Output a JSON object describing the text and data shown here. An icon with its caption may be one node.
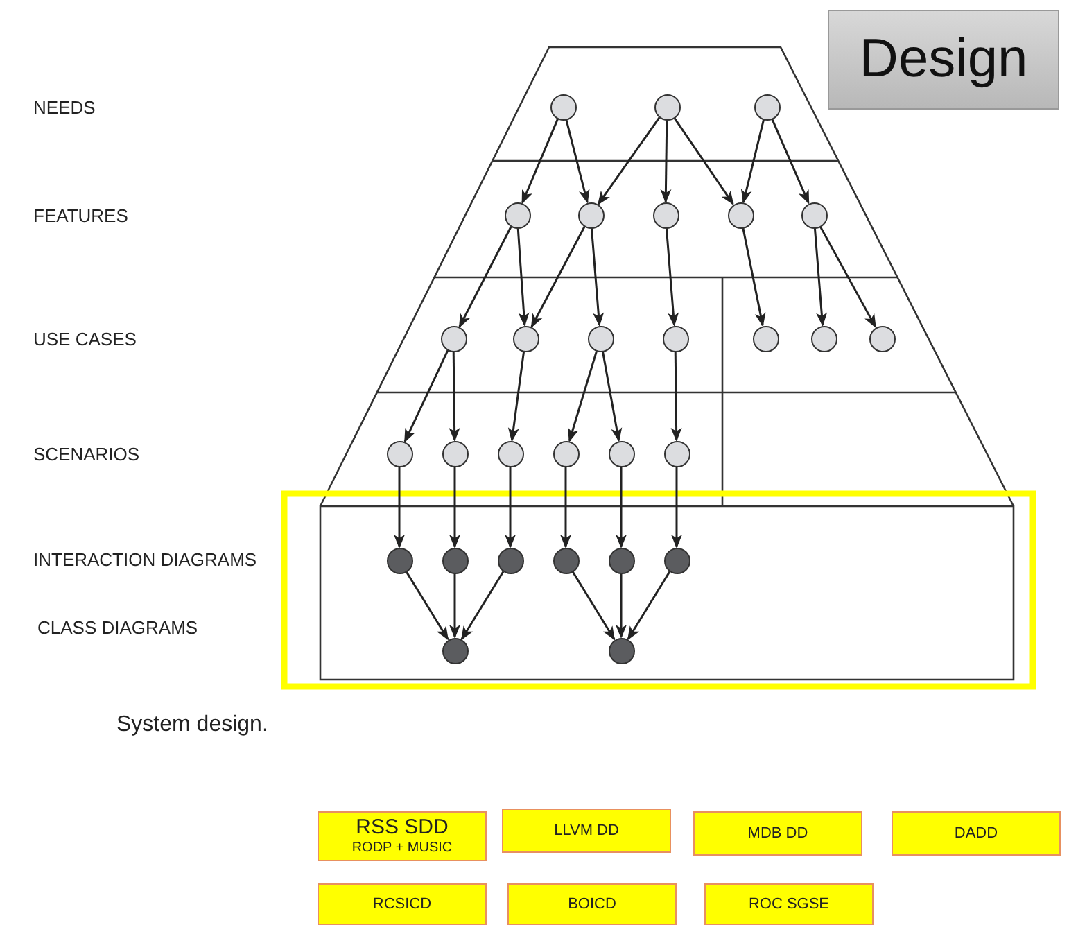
{
  "diagram": {
    "nodes": [
      {
        "text": [
          "Design"
        ]
      },
      {
        "text": [],
        "shape": "circle"
      },
      {
        "text": [],
        "shape": "circle"
      },
      {
        "text": [],
        "shape": "circle"
      },
      {
        "text": [],
        "shape": "circle"
      },
      {
        "text": [],
        "shape": "circle"
      },
      {
        "text": [],
        "shape": "circle"
      },
      {
        "text": [],
        "shape": "circle"
      },
      {
        "text": [],
        "shape": "circle"
      },
      {
        "text": [],
        "shape": "circle"
      },
      {
        "text": [],
        "shape": "circle"
      },
      {
        "text": [],
        "shape": "circle"
      },
      {
        "text": [],
        "shape": "circle"
      },
      {
        "text": [],
        "shape": "circle"
      },
      {
        "text": [],
        "shape": "circle"
      },
      {
        "text": [],
        "shape": "circle"
      },
      {
        "text": [],
        "shape": "circle"
      },
      {
        "text": [],
        "shape": "circle"
      },
      {
        "text": [],
        "shape": "circle"
      },
      {
        "text": [],
        "shape": "circle"
      },
      {
        "text": [],
        "shape": "circle"
      },
      {
        "text": [],
        "shape": "circle"
      },
      {
        "text": [],
        "shape": "circle"
      },
      {
        "text": [],
        "shape": "circle"
      },
      {
        "text": [],
        "shape": "circle"
      },
      {
        "text": [],
        "shape": "circle"
      },
      {
        "text": [],
        "shape": "circle"
      },
      {
        "text": [],
        "shape": "circle"
      },
      {
        "text": [],
        "shape": "circle"
      },
      {
        "text": [],
        "shape": "circle"
      },
      {
        "text": [
          "RSS SDD",
          "RODP + MUSIC"
        ]
      },
      {
        "text": [
          "LLVM DD"
        ]
      },
      {
        "text": [
          "MDB DD"
        ]
      },
      {
        "text": [
          "DADD"
        ]
      },
      {
        "text": [
          "RCSICD"
        ]
      },
      {
        "text": [
          "BOICD"
        ]
      },
      {
        "text": [
          "ROC SGSE"
        ]
      }
    ],
    "edges": [
      {
        "from": 1,
        "to": 4,
        "arrow": "to"
      },
      {
        "from": 1,
        "to": 5,
        "arrow": "to"
      },
      {
        "from": 2,
        "to": 5,
        "arrow": "to"
      },
      {
        "from": 2,
        "to": 6,
        "arrow": "to"
      },
      {
        "from": 2,
        "to": 7,
        "arrow": "to"
      },
      {
        "from": 3,
        "to": 7,
        "arrow": "to"
      },
      {
        "from": 3,
        "to": 8,
        "arrow": "to"
      },
      {
        "from": 4,
        "to": 9,
        "arrow": "to"
      },
      {
        "from": 4,
        "to": 10,
        "arrow": "to"
      },
      {
        "from": 5,
        "to": 10,
        "arrow": "to"
      },
      {
        "from": 5,
        "to": 11,
        "arrow": "to"
      },
      {
        "from": 6,
        "to": 12,
        "arrow": "to"
      },
      {
        "from": 7,
        "to": 13,
        "arrow": "to"
      },
      {
        "from": 8,
        "to": 14,
        "arrow": "to"
      },
      {
        "from": 8,
        "to": 15,
        "arrow": "to"
      },
      {
        "from": 9,
        "to": 16,
        "arrow": "to"
      },
      {
        "from": 9,
        "to": 17,
        "arrow": "to"
      },
      {
        "from": 10,
        "to": 18,
        "arrow": "to"
      },
      {
        "from": 11,
        "to": 19,
        "arrow": "to"
      },
      {
        "from": 11,
        "to": 20,
        "arrow": "to"
      },
      {
        "from": 12,
        "to": 21,
        "arrow": "to"
      },
      {
        "from": 16,
        "to": 22,
        "arrow": "to"
      },
      {
        "from": 17,
        "to": 23,
        "arrow": "to"
      },
      {
        "from": 18,
        "to": 24,
        "arrow": "to"
      },
      {
        "from": 19,
        "to": 25,
        "arrow": "to"
      },
      {
        "from": 20,
        "to": 26,
        "arrow": "to"
      },
      {
        "from": 21,
        "to": 27,
        "arrow": "to"
      },
      {
        "from": 22,
        "to": 28,
        "arrow": "to"
      },
      {
        "from": 23,
        "to": 28,
        "arrow": "to"
      },
      {
        "from": 24,
        "to": 28,
        "arrow": "to"
      },
      {
        "from": 25,
        "to": 29,
        "arrow": "to"
      },
      {
        "from": 26,
        "to": 29,
        "arrow": "to"
      },
      {
        "from": 27,
        "to": 29,
        "arrow": "to"
      }
    ],
    "labels": [
      "NEEDS",
      "FEATURES",
      "USE CASES",
      "SCENARIOS",
      "INTERACTION DIAGRAMS",
      "CLASS DIAGRAMS",
      "System design."
    ]
  }
}
